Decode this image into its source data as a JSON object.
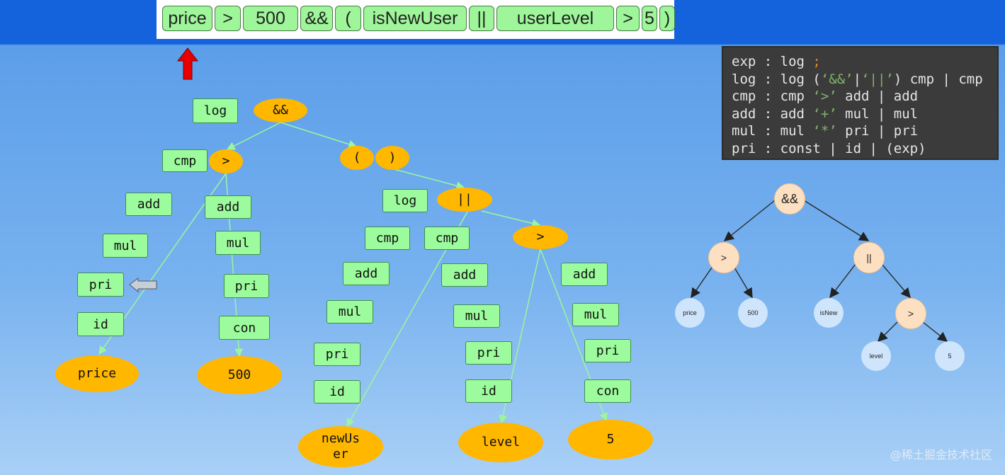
{
  "tokens": [
    "price",
    ">",
    "500",
    "&&",
    "(",
    "isNewUser",
    "||",
    "userLevel",
    ">",
    "5",
    ")"
  ],
  "grammar": [
    {
      "lhs": "exp",
      "rhs": "log ;"
    },
    {
      "lhs": "log",
      "rhs": "log ('&&'|'||') cmp | cmp"
    },
    {
      "lhs": "cmp",
      "rhs": "cmp '>' add | add"
    },
    {
      "lhs": "add",
      "rhs": "add '+' mul | mul"
    },
    {
      "lhs": "mul",
      "rhs": "mul '*' pri | pri"
    },
    {
      "lhs": "pri",
      "rhs": "const | id | (exp)"
    }
  ],
  "parse_tree": {
    "rules": [
      "log",
      "cmp",
      "add",
      "add",
      "mul",
      "mul",
      "pri",
      "pri",
      "id",
      "con",
      "log",
      "cmp",
      "cmp",
      "add",
      "add",
      "add",
      "mul",
      "mul",
      "mul",
      "pri",
      "pri",
      "pri",
      "id",
      "id",
      "con"
    ],
    "terminals": [
      "&&",
      ">",
      "(",
      ")",
      "||",
      ">",
      "price",
      "500",
      "newUs\ner",
      "level",
      "5"
    ]
  },
  "ast": {
    "nodes": [
      "&&",
      ">",
      "||",
      "price",
      "500",
      "isNew",
      ">",
      "level",
      "5"
    ]
  },
  "watermark": "@稀土掘金技术社区",
  "colors": {
    "rule_box": "#9cfb9c",
    "terminal": "#ffb700",
    "edge": "#9cf59c",
    "arrow": "#e00000"
  }
}
